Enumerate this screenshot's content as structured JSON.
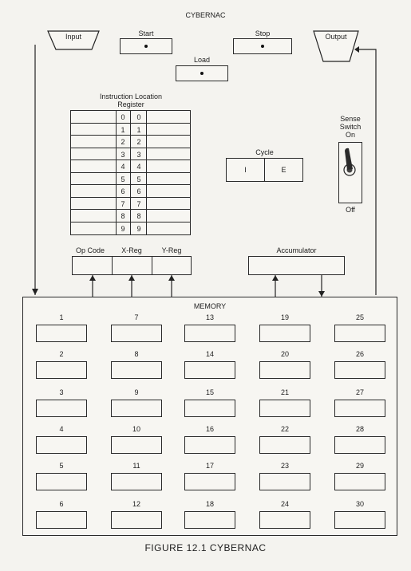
{
  "title": "CYBERNAC",
  "devices": {
    "input": "Input",
    "output": "Output"
  },
  "controls": {
    "start": "Start",
    "stop": "Stop",
    "load": "Load"
  },
  "ilr": {
    "label_line1": "Instruction Location",
    "label_line2": "Register",
    "digits": [
      "0",
      "1",
      "2",
      "3",
      "4",
      "5",
      "6",
      "7",
      "8",
      "9"
    ]
  },
  "cycle": {
    "label": "Cycle",
    "left": "I",
    "right": "E"
  },
  "sense_switch": {
    "line1": "Sense",
    "line2": "Switch",
    "on": "On",
    "off": "Off"
  },
  "registers": {
    "op_code": "Op  Code",
    "x_reg": "X-Reg",
    "y_reg": "Y-Reg",
    "accumulator": "Accumulator"
  },
  "memory": {
    "label": "MEMORY",
    "columns": [
      [
        "1",
        "2",
        "3",
        "4",
        "5",
        "6"
      ],
      [
        "7",
        "8",
        "9",
        "10",
        "11",
        "12"
      ],
      [
        "13",
        "14",
        "15",
        "16",
        "17",
        "18"
      ],
      [
        "19",
        "20",
        "21",
        "22",
        "23",
        "24"
      ],
      [
        "25",
        "26",
        "27",
        "28",
        "29",
        "30"
      ]
    ]
  },
  "caption": "FIGURE 12.1   CYBERNAC"
}
